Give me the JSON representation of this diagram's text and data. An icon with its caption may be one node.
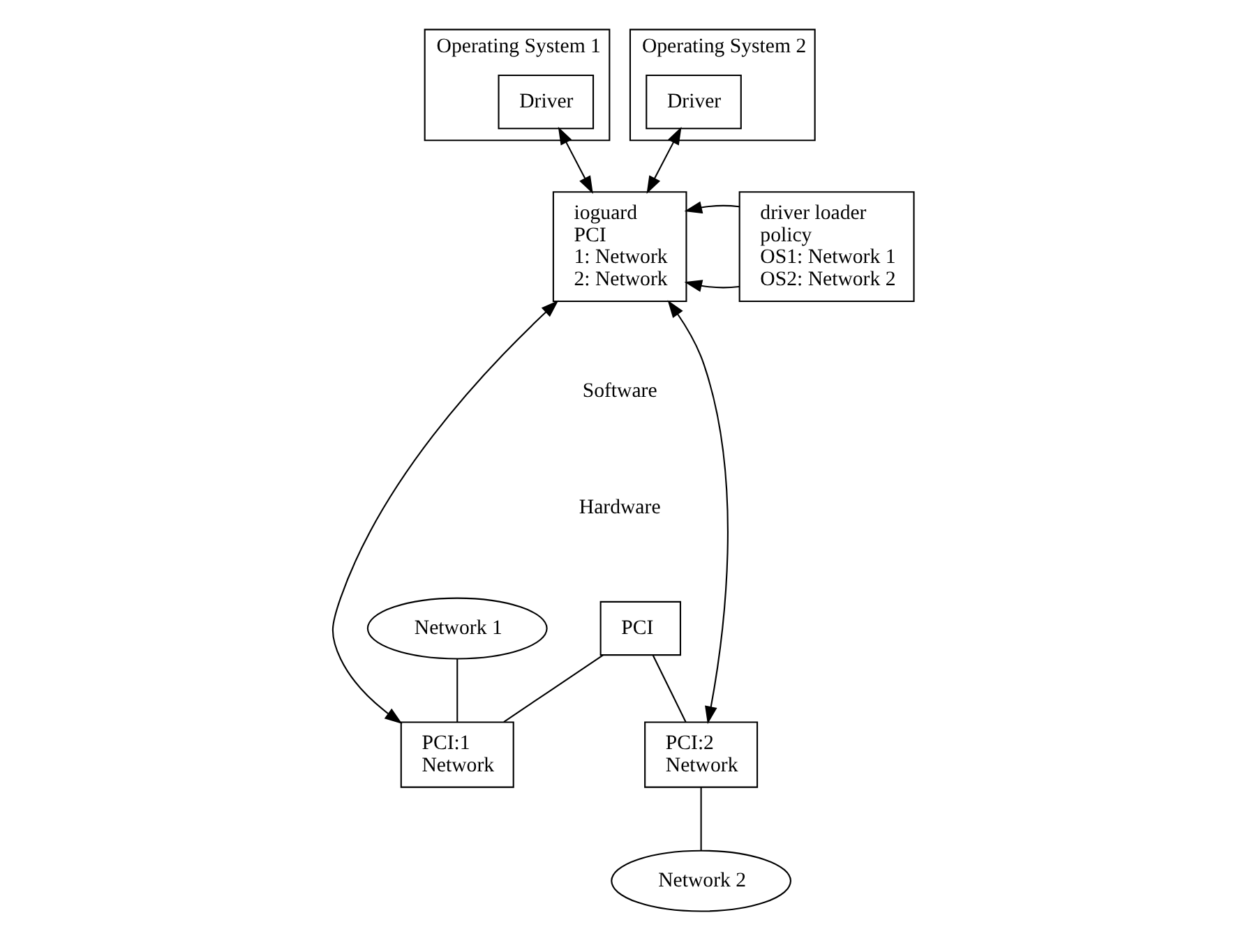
{
  "diagram": {
    "nodes": [
      {
        "text": [
          "Operating System 1"
        ]
      },
      {
        "text": [
          "Driver"
        ],
        "in": 0
      },
      {
        "text": [
          "Operating System 2"
        ]
      },
      {
        "text": [
          "Driver"
        ],
        "in": 2
      },
      {
        "text": [
          "ioguard",
          "PCI",
          "1: Network",
          "2: Network"
        ]
      },
      {
        "text": [
          "driver loader",
          "policy",
          "OS1: Network 1",
          "OS2: Network 2"
        ]
      },
      {
        "text": [
          "PCI"
        ]
      },
      {
        "text": [
          "PCI:1",
          "Network"
        ]
      },
      {
        "text": [
          "PCI:2",
          "Network"
        ]
      },
      {
        "text": [
          "Network 1"
        ]
      },
      {
        "text": [
          "Network 2"
        ]
      }
    ],
    "edges": [
      {
        "from": 1,
        "to": 4,
        "arrow": "both"
      },
      {
        "from": 3,
        "to": 4,
        "arrow": "both"
      },
      {
        "from": 5,
        "to": 4,
        "arrow": "to"
      },
      {
        "from": 5,
        "to": 4,
        "arrow": "to"
      },
      {
        "from": 4,
        "to": 7,
        "arrow": "both"
      },
      {
        "from": 4,
        "to": 8,
        "arrow": "both"
      },
      {
        "from": 6,
        "to": 7,
        "arrow": "none"
      },
      {
        "from": 6,
        "to": 8,
        "arrow": "none"
      },
      {
        "from": 9,
        "to": 7,
        "arrow": "none"
      },
      {
        "from": 8,
        "to": 10,
        "arrow": "none"
      }
    ],
    "labels": [
      "Software",
      "Hardware"
    ]
  }
}
